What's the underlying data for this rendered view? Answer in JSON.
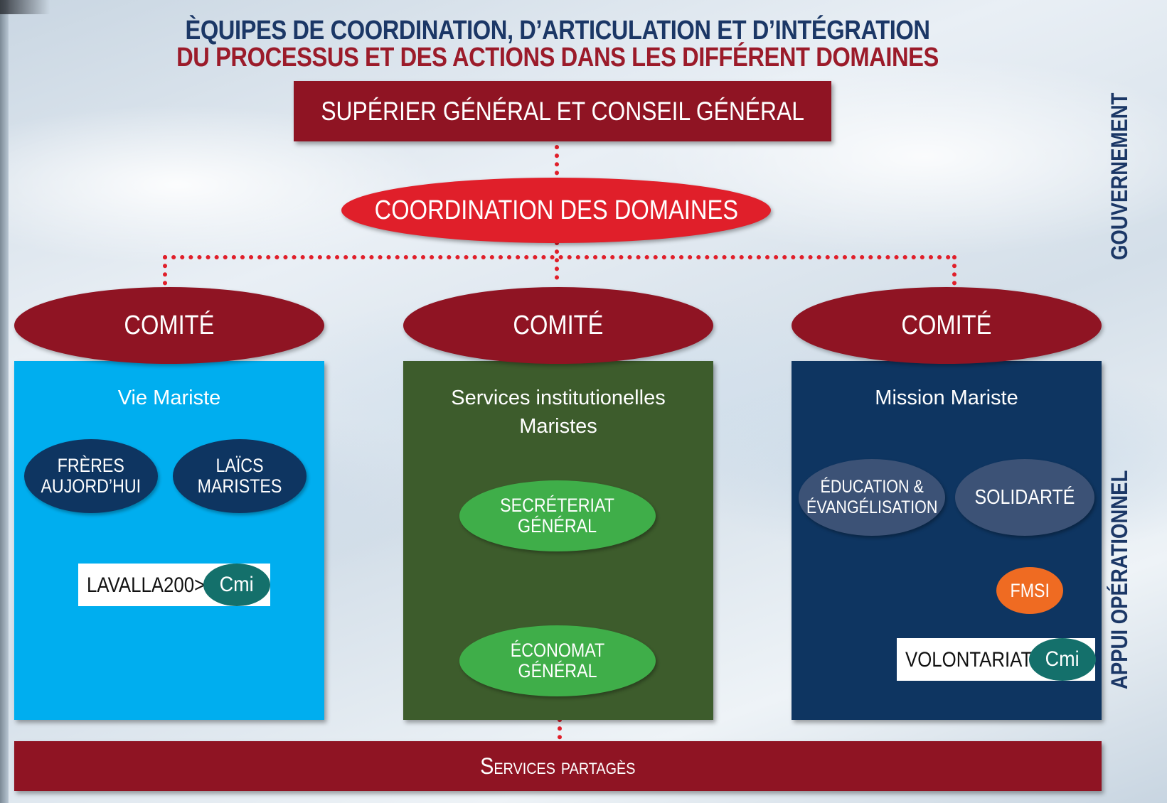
{
  "header": {
    "line1": "ÈQUIPES DE COORDINATION, D’ARTICULATION ET D’INTÉGRATION",
    "line2": "DU PROCESSUS ET DES ACTIONS DANS LES DIFFÉRENT DOMAINES"
  },
  "side_labels": {
    "top": "GOUVERNEMENT",
    "bottom": "APPUI OPÉRATIONNEL"
  },
  "top_box": "SUPÉRIER GÉNÉRAL ET CONSEIL GÉNÉRAL",
  "coordination": "COORDINATION DES DOMAINES",
  "columns": [
    {
      "comite": "COMITÉ",
      "title": "Vie Mariste",
      "ovals": [
        "FRÈRES\nAUJORD’HUI",
        "LAÏCS\nMARISTES"
      ],
      "tag": {
        "text": "LAVALLA200>",
        "badge": "Cmi"
      }
    },
    {
      "comite": "COMITÉ",
      "title_line1": "Services institutionelles",
      "title_line2": "Maristes",
      "ovals": [
        "SECRÉTERIAT\nGÉNÉRAL",
        "ÉCONOMAT\nGÉNÉRAL"
      ]
    },
    {
      "comite": "COMITÉ",
      "title": "Mission Mariste",
      "ovals": [
        "ÉDUCATION &\nÉVANGÉLISATION",
        "SOLIDARTÉ"
      ],
      "badge": "FMSI",
      "tag": {
        "text": "VOLONTARIAT",
        "badge": "Cmi"
      }
    }
  ],
  "bottom_bar": "Services partagès",
  "colors": {
    "navy": "#1b3766",
    "burgundy": "#8f1423",
    "red": "#e01f2a",
    "cyan": "#00aeef",
    "forest": "#3d5c2c",
    "dark_blue": "#0e3561",
    "green": "#3fae49",
    "teal": "#14706b",
    "orange": "#ef6b22"
  }
}
